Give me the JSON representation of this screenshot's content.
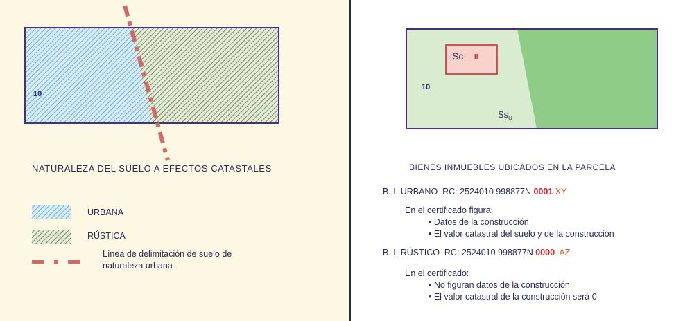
{
  "left": {
    "parcel_number": "10",
    "title": "NATURALEZA DEL SUELO A EFECTOS CATASTALES",
    "legend": {
      "urbana": "URBANA",
      "rustica": "RÚSTICA",
      "line_1": "Línea de delimitación de suelo de",
      "line_2": "naturaleza urbana"
    }
  },
  "right": {
    "parcel_number": "10",
    "sc_label": "Sc",
    "sc_roman": "II",
    "ss_label": "Ss",
    "ss_sub": "U",
    "title": "BIENES INMUEBLES UBICADOS EN LA PARCELA",
    "urbano": {
      "label": "B. I. URBANO",
      "rc_prefix": "RC: 2524010 998877N",
      "rc_num": "0001",
      "rc_code": "XY",
      "cert_heading": "En el certificado figura:",
      "bullet_1": "• Datos de la construcción",
      "bullet_2": "• El valor catastral del suelo y de la construcción"
    },
    "rustico": {
      "label": "B. I. RÚSTICO",
      "rc_prefix": "RC: 2524010 998877N",
      "rc_num": "0000",
      "rc_code": "AZ",
      "cert_heading": "En el certificado:",
      "bullet_1": "• No figuran datos de la construcción",
      "bullet_2": "• El valor catastral de la construcción será 0"
    }
  },
  "colors": {
    "urbana_hatch": "#6aaed6",
    "rustica_hatch": "#6e8c5a",
    "boundary": "#cf6b6b",
    "parcel_border": "#4a2a8c",
    "light_green": "#d9ecd0",
    "dark_green": "#8fcc88",
    "text_red": "#c1272d"
  }
}
